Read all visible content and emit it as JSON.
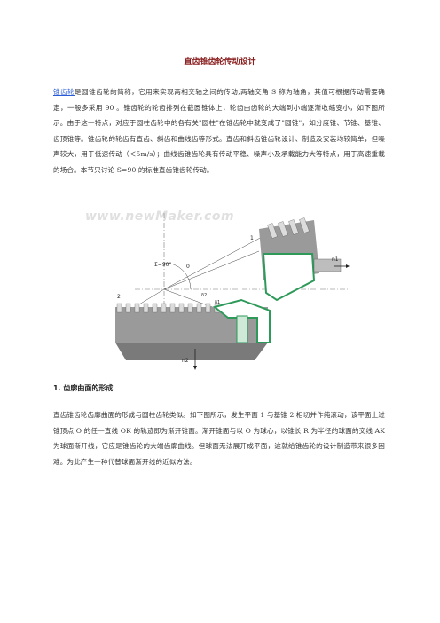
{
  "document": {
    "title": "直齿锥齿轮传动设计",
    "para1_link": "锥齿轮",
    "para1_text": "是圆锥齿轮的简称，它用来实现两相交轴之间的传动,两轴交角 S 称为轴角，其值可根据传动需要确定，一般多采用 90 。锥齿轮的轮齿排列在截圆锥体上，轮齿由齿轮的大端到小端逐渐收缩变小，如下图所示。由于这一特点，对应于圆柱齿轮中的各有关\"圆柱\"在锥齿轮中就变成了\"圆锥\"，如分度锥、节锥、基锥、齿顶锥等。锥齿轮的轮齿有直齿、斜齿和曲线齿等形式。直齿和斜齿锥齿轮设计、制造及安装均较简单，但噪声较大，用于低速传动（＜5m/s）；曲线齿锥齿轮具有传动平稳、噪声小及承载能力大等特点，用于高速重载的场合。本节只讨论 S=90 的标准直齿锥齿轮传动。",
    "section_heading": "1.  齿廓曲面的形成",
    "para2_text": "直齿锥齿轮齿廓曲面的形成与圆柱齿轮类似。如下图所示，发生平面 1 与基锥 2 相切并作纯滚动，该平面上过锥顶点 O 的任一直线 OK 的轨迹即为渐开锥面。渐开锥面与以 O 为球心，以锥长 R 为半径的球面的交线 AK 为球面渐开线，它应是锥齿轮的大端齿廓曲线。但球面无法展开成平面，这就给锥齿轮的设计制造带来很多困难。为此产生一种代替球面渐开线的近似方法。"
  },
  "figure": {
    "watermark": "www.newMaker.com",
    "label_sigma": "Σ=90°",
    "label_o": "0",
    "label_1": "1",
    "label_2": "2",
    "label_n1": "n1",
    "label_n2": "n2",
    "label_delta2": "δ2",
    "label_delta1": "δ1"
  },
  "colors": {
    "title": "#8a1f1f",
    "link": "#2a5bd7",
    "gear_fill": "#8c8c8c",
    "gear_green": "#2e9a5a"
  }
}
